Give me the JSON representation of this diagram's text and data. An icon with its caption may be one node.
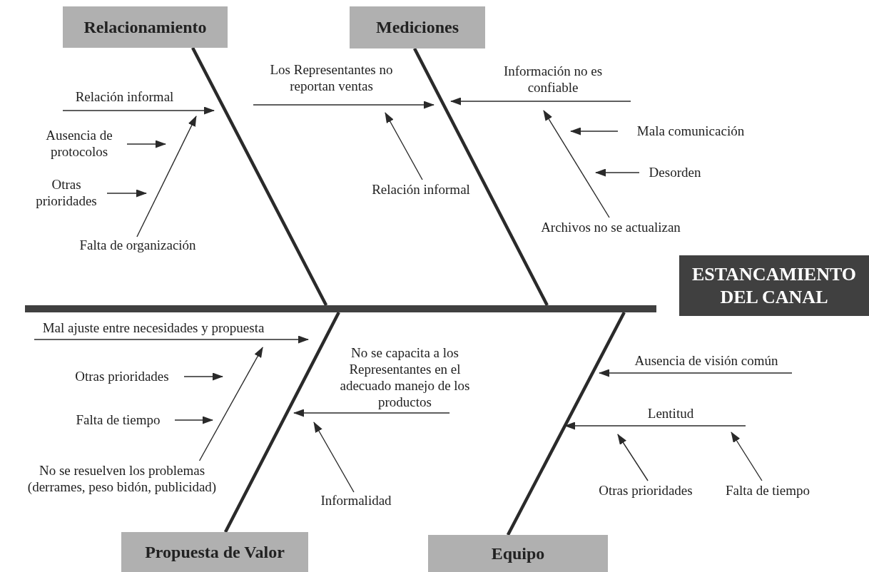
{
  "diagram": {
    "nodes": [
      {
        "text": [
          "Relacionamiento"
        ]
      },
      {
        "text": [
          "Mediciones"
        ]
      },
      {
        "text": [
          "Relación informal"
        ]
      },
      {
        "text": [
          "Ausencia de protocolos"
        ]
      },
      {
        "text": [
          "Otras prioridades"
        ]
      },
      {
        "text": [
          "Falta de organización"
        ]
      },
      {
        "text": [
          "Los Representantes no reportan ventas"
        ]
      },
      {
        "text": [
          "Información no es confiable"
        ]
      },
      {
        "text": [
          "Mala comunicación"
        ]
      },
      {
        "text": [
          "Desorden"
        ]
      },
      {
        "text": [
          "Relación informal"
        ]
      },
      {
        "text": [
          "Archivos no se actualizan"
        ]
      },
      {
        "text": [],
        "shape": "bar"
      },
      {
        "text": [
          "ESTANCAMIENTO DEL CANAL"
        ]
      },
      {
        "text": [
          "Mal ajuste entre necesidades y propuesta"
        ]
      },
      {
        "text": [
          "No se capacita a los Representantes en el adecuado manejo de los productos"
        ]
      },
      {
        "text": [
          "Otras prioridades"
        ]
      },
      {
        "text": [
          "Ausencia de visión común"
        ]
      },
      {
        "text": [
          "Falta de tiempo"
        ]
      },
      {
        "text": [
          "Lentitud"
        ]
      },
      {
        "text": [
          "No se resuelven los problemas (derrames, peso bidón, publicidad)"
        ]
      },
      {
        "text": [
          "Informalidad"
        ]
      },
      {
        "text": [
          "Otras prioridades"
        ]
      },
      {
        "text": [
          "Falta de tiempo"
        ]
      },
      {
        "text": [
          "Propuesta de Valor"
        ]
      },
      {
        "text": [
          "Equipo"
        ]
      }
    ],
    "edges": [
      {
        "from": 0,
        "to": 12,
        "arrow": "none",
        "style": "thick"
      },
      {
        "from": 2,
        "to": null,
        "arrow": "to"
      },
      {
        "from": 3,
        "to": null,
        "arrow": "to"
      },
      {
        "from": 4,
        "to": null,
        "arrow": "to"
      },
      {
        "from": 5,
        "to": 2,
        "arrow": "to"
      },
      {
        "from": 1,
        "to": 12,
        "arrow": "none",
        "style": "thick"
      },
      {
        "from": 6,
        "to": null,
        "arrow": "to"
      },
      {
        "from": 7,
        "to": null,
        "arrow": "to"
      },
      {
        "from": 8,
        "to": null,
        "arrow": "to"
      },
      {
        "from": 9,
        "to": null,
        "arrow": "to"
      },
      {
        "from": 10,
        "to": 6,
        "arrow": "to"
      },
      {
        "from": 11,
        "to": 7,
        "arrow": "to"
      },
      {
        "from": 24,
        "to": 12,
        "arrow": "none",
        "style": "thick"
      },
      {
        "from": 14,
        "to": null,
        "arrow": "to"
      },
      {
        "from": 16,
        "to": null,
        "arrow": "to"
      },
      {
        "from": 18,
        "to": null,
        "arrow": "to"
      },
      {
        "from": 20,
        "to": 14,
        "arrow": "to"
      },
      {
        "from": 15,
        "to": null,
        "arrow": "to"
      },
      {
        "from": 21,
        "to": 15,
        "arrow": "to"
      },
      {
        "from": 25,
        "to": 12,
        "arrow": "none",
        "style": "thick"
      },
      {
        "from": 17,
        "to": null,
        "arrow": "to"
      },
      {
        "from": 19,
        "to": null,
        "arrow": "to"
      },
      {
        "from": 22,
        "to": 19,
        "arrow": "to"
      },
      {
        "from": 23,
        "to": 19,
        "arrow": "to"
      }
    ]
  }
}
